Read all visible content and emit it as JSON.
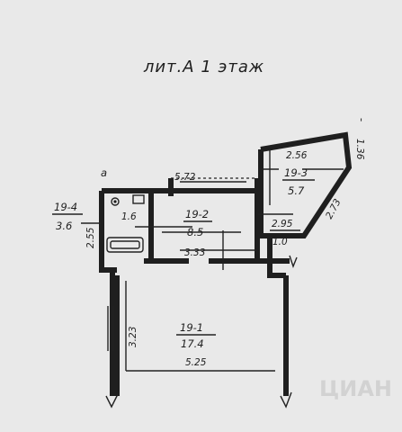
{
  "title": "лит.А 1 этаж",
  "corner_letter": "а",
  "corner_mark": "'",
  "rooms": [
    {
      "id": "19-4",
      "area": "3.6",
      "sub": "1.6"
    },
    {
      "id": "19-2",
      "area": "8.5"
    },
    {
      "id": "19-3",
      "area": "5.7"
    },
    {
      "id": "19-1",
      "area": "17.4"
    }
  ],
  "dimensions": {
    "top_middle": "5.72",
    "room3_top": "2.56",
    "room3_right": "1.36",
    "room3_diag": "2.73",
    "room3_bottom": "2.95",
    "opening": "1.0",
    "left_wall": "2.55",
    "door_width": "3.33",
    "hall_height": "3.23",
    "hall_width": "5.25"
  },
  "watermark": "ЦИАН"
}
